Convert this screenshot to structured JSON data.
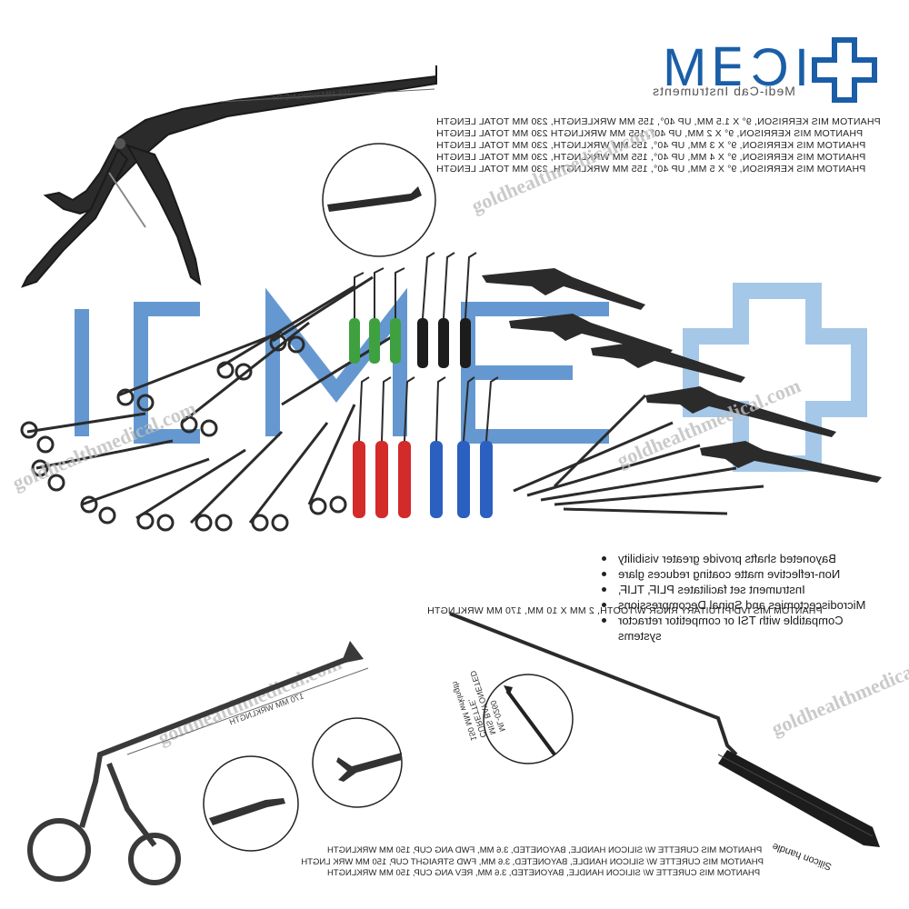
{
  "brand": {
    "logo_letters": "IC∃M",
    "logo_subtitle": "Medi-Cab Instruments",
    "accent_color": "#1a5ea8",
    "watermark_url": "goldhealthmedical.com"
  },
  "kerrison": {
    "scale_label": "155 MM WRKLNGTH",
    "specs": [
      "PHANTOM MIS KERRISON, 9° X 1.5 MM, UP 40°, 155 MM WRKLENGTH, 230 MM TOTAL LENGTH",
      "PHANTOM MIS KERRISON, 9° X 2 MM, UP 40°, 155 MM WRKLNGTH 230 MM TOTAL LENGTH",
      "PHANTOM MIS KERRISON, 9° X 3 MM, UP 40°, 155 MM WRKLNGTH, 230 MM TOTAL LENGTH",
      "PHANTOM MIS KERRISON, 9° X 4 MM, UP 40°, 155 MM WRKLNGTH, 230 MM TOTAL LENGTH",
      "PHANTOM MIS KERRISON, 9° X 5 MM, UP 40°, 155 MM WRKLNGTH, 230 MM TOTAL LENGTH"
    ]
  },
  "features": [
    "Bayoneted shafts provide greater visibility",
    "Non-reflective matte coating reduces glare",
    "Instrument set facilitates PLIF, TLIF,",
    "Microdiscectomies and Spinal Decompressions",
    "Compatible with TSI or competitor retractor",
    "systems"
  ],
  "pituitary": {
    "spec": "PHANTOM MIS IVD PITUITARY RNGR W/TOOTH, 2 MM X 10 MM, 170 MM WRKLNGTH",
    "scale_label": "170 MM WRKLNGTH"
  },
  "curette": {
    "note_lines": [
      "ML-0260",
      "MIS BAYONETED",
      "CURETTE,",
      "150 MM wrklngth"
    ],
    "handle_label": "Silicon handle",
    "specs": [
      "PHANTOM MIS CURETTE W/ SILICON HANDLE, BAYONETED, 3.6 MM, FWD ANG CUP, 150 MM WRKLNGTH",
      "PHANTOM MIS CURETTE W/ SILICON HANDLE, BAYONETED, 3.6 MM, FWD STRAIGHT CUP, 150 MM WRK LNGTH",
      "PHANTOM MIS CURETTE W/ SILICON HANDLE, BAYONETED, 3.6 MM, REV ANG CUP, 150 MM WRKLNGTH"
    ]
  }
}
